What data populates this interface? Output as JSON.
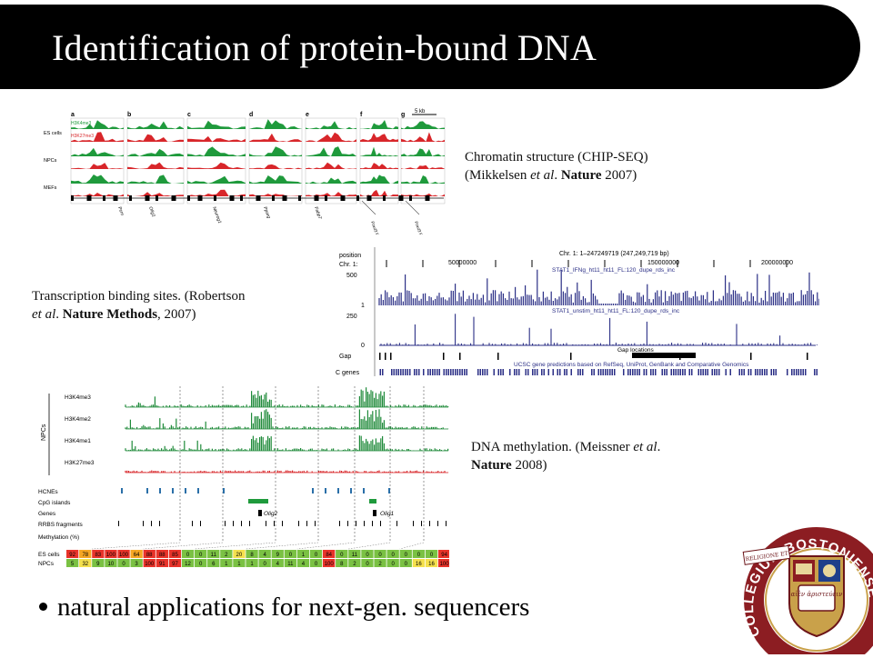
{
  "slide": {
    "title": "Identification of protein-bound DNA",
    "bullet": "natural applications for next-gen. sequencers"
  },
  "captions": {
    "chip_seq": {
      "line1": "Chromatin structure (CHIP-SEQ)",
      "open": "(Mikkelsen ",
      "etal": "et al",
      "dot": ". ",
      "journal": "Nature",
      "rest": " 2007)"
    },
    "tf_binding": {
      "line1": "Transcription binding sites. (Robertson",
      "etal": "et al",
      "dot": ". ",
      "journal": "Nature Methods",
      "rest": ", 2007)"
    },
    "methylation": {
      "open": "DNA methylation. (Meissner ",
      "etal": "et al",
      "dot": ".",
      "journal": "Nature",
      "rest": " 2008)"
    }
  },
  "fig_chromatin": {
    "panels": [
      "a",
      "b",
      "c",
      "d",
      "e",
      "f",
      "g"
    ],
    "scale": "5 kb",
    "tracks": [
      "H3K4me3",
      "H3K27me3"
    ],
    "rows": [
      "ES cells",
      "NPCs",
      "MEFs"
    ],
    "genes": [
      "Pcm",
      "Olig1",
      "Neurog1",
      "Pparg",
      "Fabp7"
    ],
    "insets": [
      "Foxd3 Foxd3",
      "Foxd3 Foxd3"
    ],
    "colors": {
      "h3k4me3": "#1f9a3c",
      "h3k27me3": "#d8262a"
    }
  },
  "fig_browser": {
    "position_label": "position",
    "chr_label": "Chr. 1:",
    "position_value": "Chr. 1: 1–247249719 (247,249,719 bp)",
    "ticks": [
      "50000000",
      "150000000",
      "200000000"
    ],
    "track1": {
      "name": "STAT1_IFNg_ht11_ht11_FL:120_dupe_rds_inc",
      "top": "500",
      "bottom": "1"
    },
    "track2": {
      "name": "STAT1_unstim_ht11_ht11_FL:120_dupe_rds_inc",
      "top": "250",
      "bottom": "0"
    },
    "gap_label": "Gap",
    "gap_locations": "Gap locations",
    "genes_label": "C genes",
    "genes_desc": "UCSC gene predictions based on RefSeq, UniProt, GenBank and Comparative Genomics",
    "colors": {
      "signal": "#2b2f86"
    }
  },
  "fig_methylation": {
    "group_label": "NPCs",
    "tracks": [
      "H3K4me3",
      "H3K4me2",
      "H3K4me1",
      "H3K27me3"
    ],
    "annot": [
      "HCNEs",
      "CpG islands",
      "Genes",
      "RRBS fragments",
      "Methylation (%)"
    ],
    "genes": [
      "Olig2",
      "Olig1"
    ],
    "rows": [
      {
        "label": "ES cells",
        "values": [
          "92",
          "78",
          "83",
          "100",
          "100",
          "64",
          "88",
          "88",
          "85",
          "0",
          "0",
          "11",
          "2",
          "20",
          "8",
          "4",
          "9",
          "0",
          "1",
          "0",
          "84",
          "0",
          "11",
          "0",
          "0",
          "0",
          "0",
          "0",
          "0",
          "94"
        ]
      },
      {
        "label": "NPCs",
        "values": [
          "5",
          "32",
          "9",
          "10",
          "0",
          "3",
          "100",
          "91",
          "97",
          "12",
          "0",
          "6",
          "1",
          "1",
          "1",
          "0",
          "4",
          "11",
          "4",
          "0",
          "100",
          "8",
          "2",
          "0",
          "2",
          "0",
          "0",
          "16",
          "16",
          "100"
        ]
      }
    ]
  },
  "logo": {
    "text": "COLLEGIUM BOSTONIENSE",
    "motto": "αἰὲν ἀριστεύειν",
    "book": "RELIGIONE ET",
    "colors": {
      "ring": "#8c1d22",
      "gold": "#c9a14a"
    }
  }
}
